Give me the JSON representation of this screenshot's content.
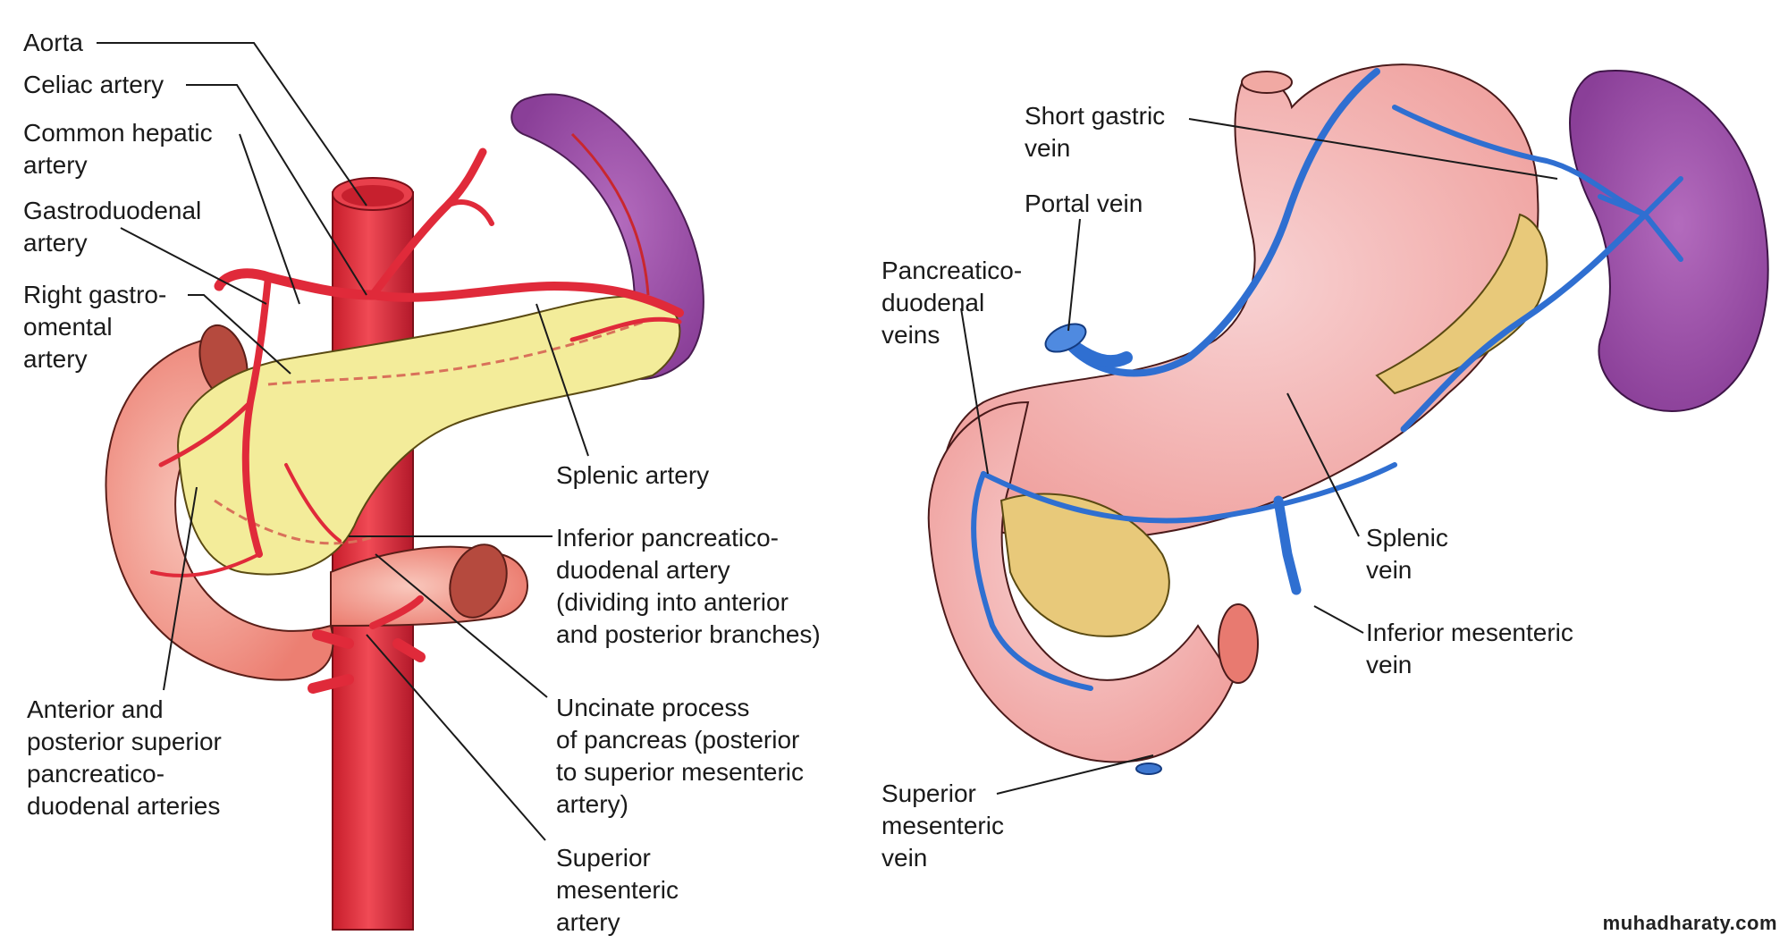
{
  "colors": {
    "artery": "#e02a3a",
    "artery_dark": "#a51a26",
    "vein": "#2f6fd1",
    "vein_dark": "#1b4a9a",
    "pancreas": "#f3ec9a",
    "pancreas_right": "#e8c97a",
    "duodenum": "#f5a294",
    "stomach": "#f4b7b4",
    "spleen": "#9a4ea5",
    "spleen_dark": "#6f2c7c",
    "leader": "#1a1a1a"
  },
  "left_panel": {
    "title": "Arterial supply of the pancreas",
    "labels": [
      {
        "id": "aorta",
        "lines": [
          "Aorta"
        ]
      },
      {
        "id": "celiac-artery",
        "lines": [
          "Celiac artery"
        ]
      },
      {
        "id": "common-hepatic-artery",
        "lines": [
          "Common hepatic",
          "artery"
        ]
      },
      {
        "id": "gastroduodenal-artery",
        "lines": [
          "Gastroduodenal",
          "artery"
        ]
      },
      {
        "id": "right-gastroomental-artery",
        "lines": [
          "Right gastro-",
          "omental",
          "artery"
        ]
      },
      {
        "id": "anterior-posterior-superior-pd-arteries",
        "lines": [
          "Anterior and",
          "posterior superior",
          "pancreatico-",
          "duodenal arteries"
        ]
      },
      {
        "id": "splenic-artery",
        "lines": [
          "Splenic artery"
        ]
      },
      {
        "id": "inferior-pd-artery",
        "lines": [
          "Inferior pancreatico-",
          "duodenal artery",
          "(dividing into anterior",
          "and posterior branches)"
        ]
      },
      {
        "id": "uncinate-process",
        "lines": [
          "Uncinate process",
          "of pancreas (posterior",
          "to superior mesenteric",
          "artery)"
        ]
      },
      {
        "id": "superior-mesenteric-artery",
        "lines": [
          "Superior",
          "mesenteric",
          "artery"
        ]
      }
    ]
  },
  "right_panel": {
    "title": "Venous drainage of the pancreas",
    "labels": [
      {
        "id": "short-gastric-vein",
        "lines": [
          "Short gastric",
          "vein"
        ]
      },
      {
        "id": "portal-vein",
        "lines": [
          "Portal vein"
        ]
      },
      {
        "id": "pancreaticoduodenal-veins",
        "lines": [
          "Pancreatico-",
          "duodenal",
          "veins"
        ]
      },
      {
        "id": "splenic-vein",
        "lines": [
          "Splenic",
          "vein"
        ]
      },
      {
        "id": "inferior-mesenteric-vein",
        "lines": [
          "Inferior mesenteric",
          "vein"
        ]
      },
      {
        "id": "superior-mesenteric-vein",
        "lines": [
          "Superior",
          "mesenteric",
          "vein"
        ]
      }
    ]
  },
  "watermark": "muhadharaty.com"
}
